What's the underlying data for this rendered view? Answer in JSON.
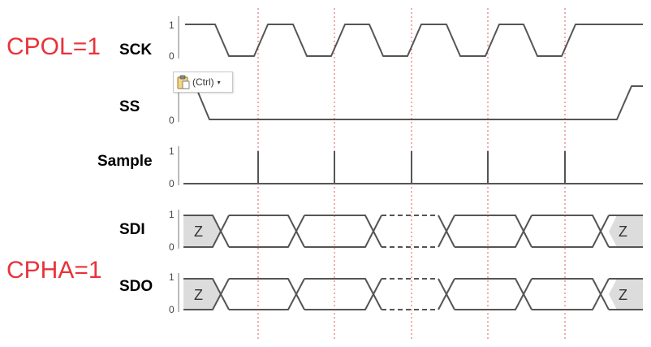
{
  "modes": {
    "cpol": "CPOL=1",
    "cpha": "CPHA=1"
  },
  "signals": [
    {
      "id": "sck",
      "label": "SCK",
      "high": "1",
      "low": "0"
    },
    {
      "id": "ss",
      "label": "SS",
      "high": "",
      "low": "0"
    },
    {
      "id": "sample",
      "label": "Sample",
      "high": "1",
      "low": "0"
    },
    {
      "id": "sdi",
      "label": "SDI",
      "high": "1",
      "low": "0",
      "z_label": "Z"
    },
    {
      "id": "sdo",
      "label": "SDO",
      "high": "1",
      "low": "0",
      "z_label": "Z"
    }
  ],
  "paste_options": {
    "label": "(Ctrl)",
    "icon": "clipboard-icon",
    "caret": "▾"
  },
  "colors": {
    "mode_text": "#e8333a",
    "waveform": "#555555",
    "marker_line": "#e05a5a",
    "z_fill": "#dcdcdc"
  }
}
